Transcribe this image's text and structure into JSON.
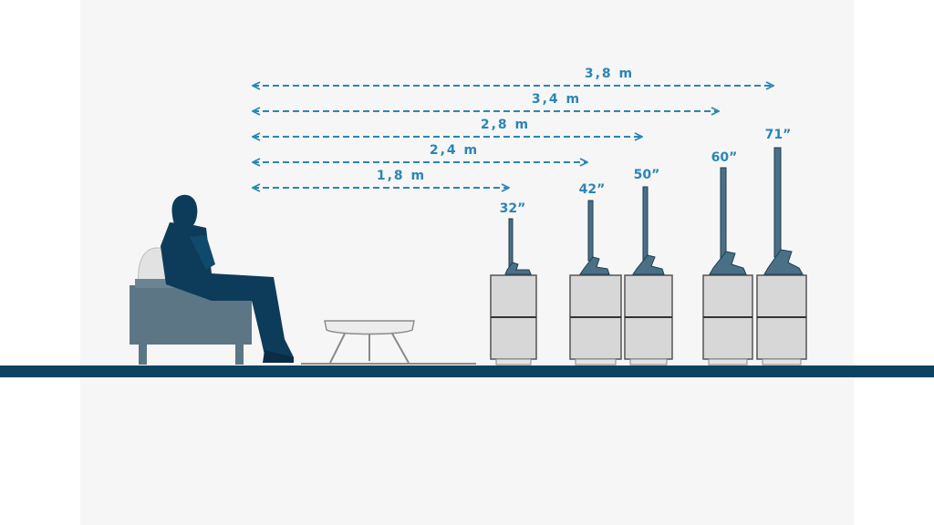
{
  "colors": {
    "dimension": "#2a86b4",
    "silhouette": "#0d3c5a",
    "floor": "#0d4360",
    "sofa": "#5d7685",
    "cabinet": "#d7d7d7",
    "tv": "#4a7086"
  },
  "distances": [
    {
      "label": "3,8 m",
      "tv": "71”"
    },
    {
      "label": "3,4 m",
      "tv": "60”"
    },
    {
      "label": "2,8 m",
      "tv": "50”"
    },
    {
      "label": "2,4 m",
      "tv": "42”"
    },
    {
      "label": "1,8 m",
      "tv": "32”"
    }
  ],
  "tv_sizes": [
    "32”",
    "42”",
    "50”",
    "60”",
    "71”"
  ],
  "icons": [
    "viewer-silhouette-icon",
    "sofa-icon",
    "coffee-table-icon",
    "tv-icon",
    "tv-cabinet-icon"
  ]
}
